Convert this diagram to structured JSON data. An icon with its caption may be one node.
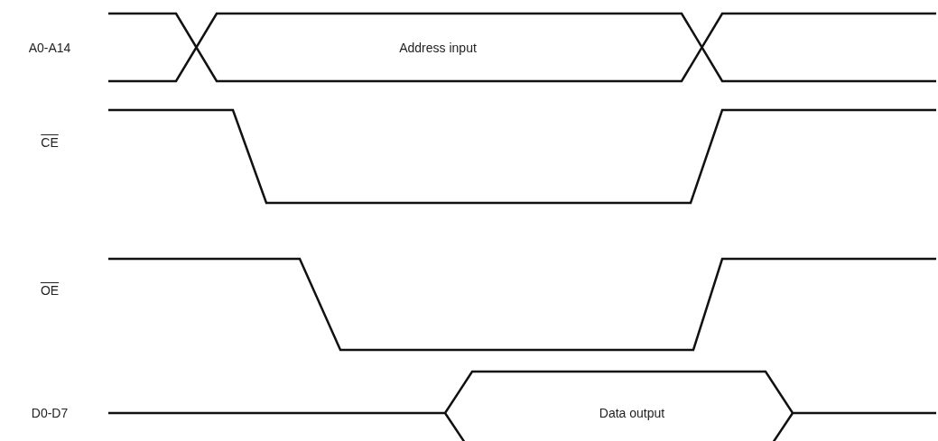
{
  "diagram": {
    "labels": [
      "A0-A14",
      "Address input",
      "CE",
      "OE",
      "D0-D7",
      "Data output"
    ]
  }
}
